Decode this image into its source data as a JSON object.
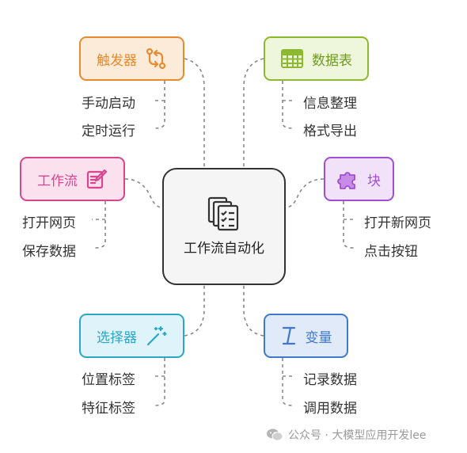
{
  "center": {
    "label": "工作流自动化"
  },
  "nodes": {
    "trigger": {
      "label": "触发器",
      "color": "#e88a2e",
      "bg": "#fdebd9",
      "children": [
        "手动启动",
        "定时运行"
      ]
    },
    "datatable": {
      "label": "数据表",
      "color": "#8cb92f",
      "bg": "#eef6dc",
      "children": [
        "信息整理",
        "格式导出"
      ]
    },
    "workflow": {
      "label": "工作流",
      "color": "#d9458f",
      "bg": "#fbe1ee",
      "children": [
        "打开网页",
        "保存数据"
      ]
    },
    "block": {
      "label": "块",
      "color": "#a14fd0",
      "bg": "#f1e2fa",
      "children": [
        "打开新网页",
        "点击按钮"
      ]
    },
    "selector": {
      "label": "选择器",
      "color": "#2ba6c9",
      "bg": "#dff3fa",
      "children": [
        "位置标签",
        "特征标签"
      ]
    },
    "variable": {
      "label": "变量",
      "color": "#3f78cc",
      "bg": "#e0eaf8",
      "children": [
        "记录数据",
        "调用数据"
      ]
    }
  },
  "watermark": {
    "text": "公众号 · 大模型应用开发lee"
  }
}
